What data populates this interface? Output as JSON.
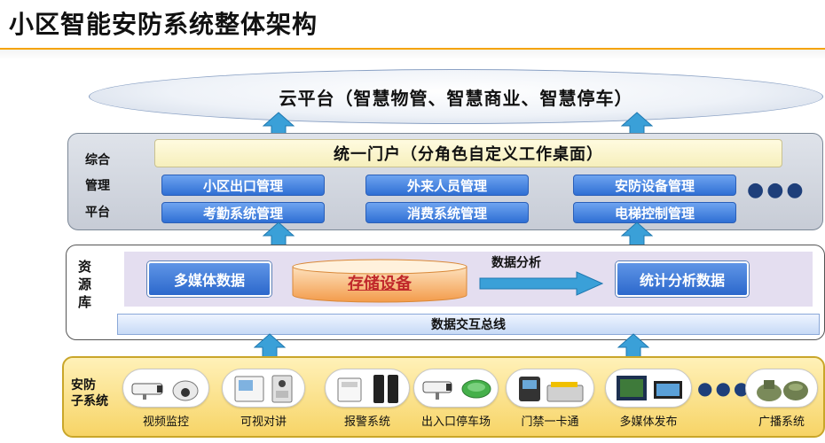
{
  "title": "小区智能安防系统整体架构",
  "cloud": {
    "label": "云平台（智慧物管、智慧商业、智慧停车）"
  },
  "platform": {
    "label_lines": [
      "综合",
      "管理",
      "平台"
    ],
    "portal": "统一门户（分角色自定义工作桌面）",
    "modules": [
      "小区出口管理",
      "外来人员管理",
      "安防设备管理",
      "考勤系统管理",
      "消费系统管理",
      "电梯控制管理"
    ],
    "more": "●●●"
  },
  "resource": {
    "label_lines": [
      "资",
      "源",
      "库"
    ],
    "multimedia": "多媒体数据",
    "storage": "存储设备",
    "analysis_label": "数据分析",
    "stats": "统计分析数据",
    "bus": "数据交互总线"
  },
  "security": {
    "label_lines": [
      "安防",
      "子系统"
    ],
    "devices": [
      "视频监控",
      "可视对讲",
      "报警系统",
      "出入口停车场",
      "门禁一卡通",
      "多媒体发布",
      "广播系统"
    ],
    "more": "●●●"
  },
  "colors": {
    "accent": "#f4a300",
    "module_blue": "#2f6fd4",
    "arrow": "#3aa0d8",
    "storage_orange": "#f5b26b",
    "security_yellow": "#f7d466"
  }
}
